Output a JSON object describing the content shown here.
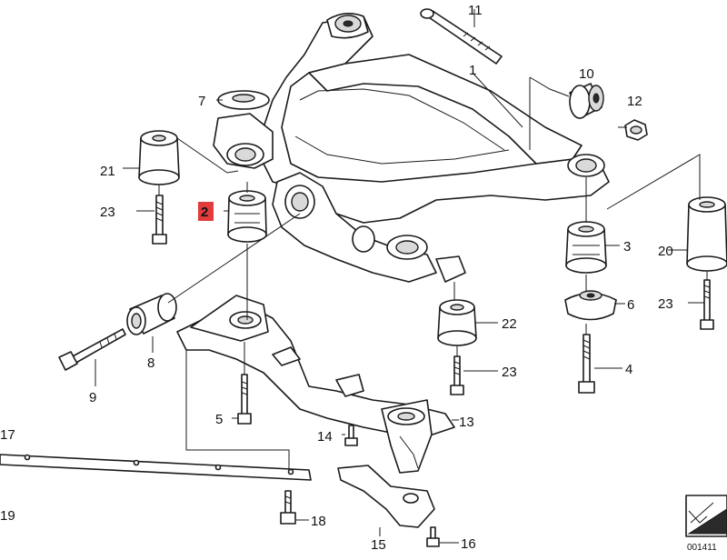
{
  "callouts": {
    "c1": "1",
    "c2": "2",
    "c3": "3",
    "c4": "4",
    "c5": "5",
    "c6": "6",
    "c7": "7",
    "c8": "8",
    "c9": "9",
    "c10": "10",
    "c11": "11",
    "c12": "12",
    "c13": "13",
    "c14": "14",
    "c15": "15",
    "c16": "16",
    "c17": "17",
    "c18": "18",
    "c19": "19",
    "c20": "20",
    "c21": "21",
    "c22": "22",
    "c23a": "23",
    "c23b": "23",
    "c23c": "23"
  },
  "highlight_color": "#e23b3b",
  "doc_number": "001411"
}
